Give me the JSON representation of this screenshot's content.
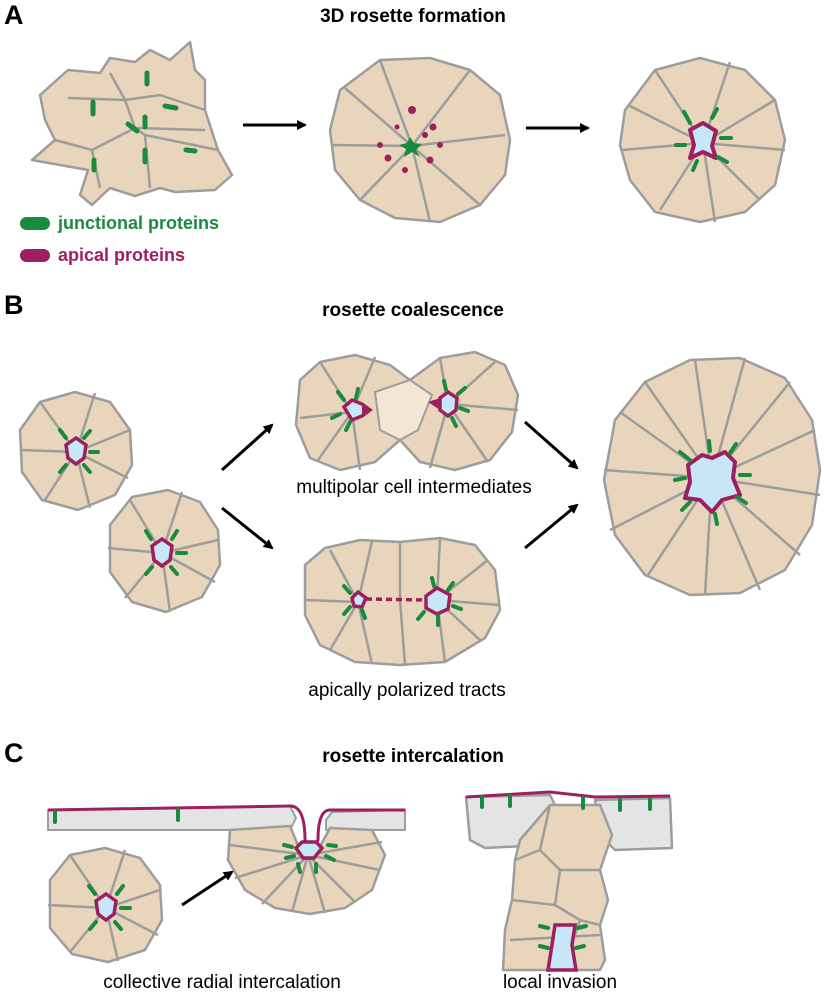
{
  "colors": {
    "cell_fill": "#e8d5bb",
    "cell_stroke": "#9d9d9d",
    "junctional": "#1a8a3e",
    "apical": "#9c1f5e",
    "lumen": "#c7e6f6",
    "epithelium": "#e4e4e4",
    "arrow": "#000000"
  },
  "panels": {
    "A": {
      "letter": "A",
      "title": "3D rosette formation"
    },
    "B": {
      "letter": "B",
      "title": "rosette coalescence",
      "caption_top": "multipolar cell intermediates",
      "caption_bottom": "apically polarized tracts"
    },
    "C": {
      "letter": "C",
      "title": "rosette intercalation",
      "caption_left": "collective radial intercalation",
      "caption_right": "local invasion"
    }
  },
  "legend": {
    "junctional": "junctional proteins",
    "apical": "apical proteins"
  }
}
